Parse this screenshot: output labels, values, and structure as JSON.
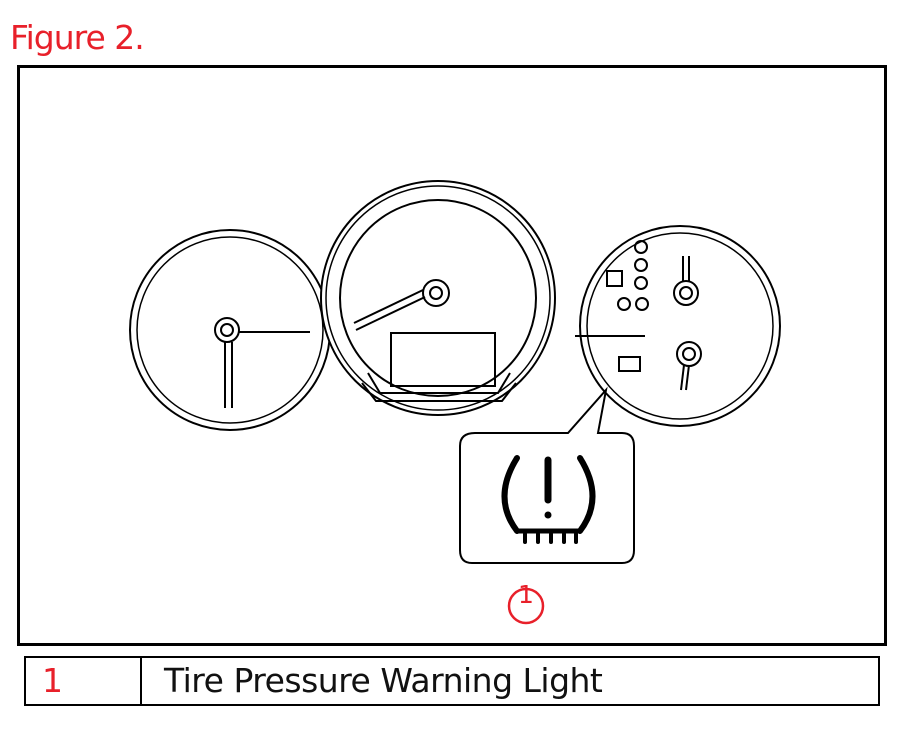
{
  "figure_title": "Figure 2.",
  "callout_number": "1",
  "legend": {
    "rows": [
      {
        "number": "1",
        "description": "Tire Pressure Warning Light"
      }
    ]
  },
  "icons": {
    "warning_light": "tire-pressure-warning-icon"
  },
  "colors": {
    "accent_red": "#e8202a",
    "line_black": "#000000"
  }
}
